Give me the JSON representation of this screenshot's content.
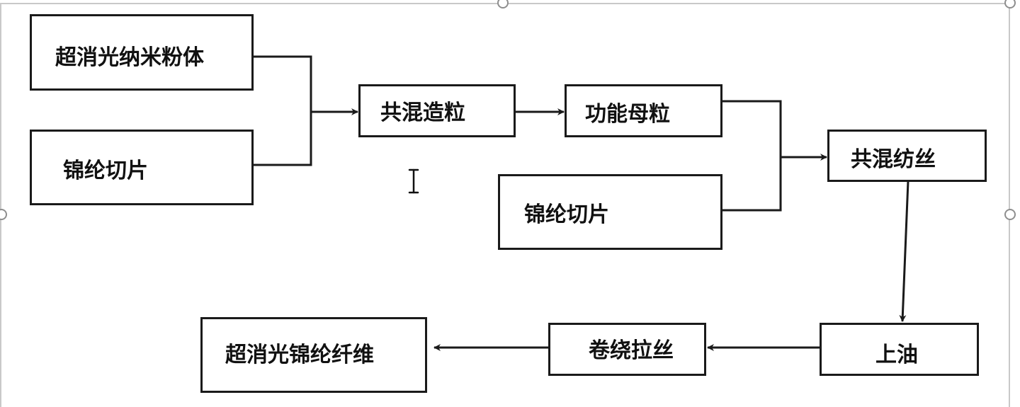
{
  "diagram": {
    "nodes": [
      {
        "id": "superdull-nanopowder",
        "label": "超消光纳米粉体"
      },
      {
        "id": "nylon-chips-1",
        "label": "锦纶切片"
      },
      {
        "id": "blend-granulation",
        "label": "共混造粒"
      },
      {
        "id": "functional-masterbatch",
        "label": "功能母粒"
      },
      {
        "id": "nylon-chips-2",
        "label": "锦纶切片"
      },
      {
        "id": "blend-spinning",
        "label": "共混纺丝"
      },
      {
        "id": "oiling",
        "label": "上油"
      },
      {
        "id": "winding-drawing",
        "label": "卷绕拉丝"
      },
      {
        "id": "superdull-nylon-fiber",
        "label": "超消光锦纶纤维"
      }
    ],
    "edges": [
      {
        "from": "superdull-nanopowder",
        "to": "blend-granulation"
      },
      {
        "from": "nylon-chips-1",
        "to": "blend-granulation"
      },
      {
        "from": "blend-granulation",
        "to": "functional-masterbatch"
      },
      {
        "from": "functional-masterbatch",
        "to": "blend-spinning"
      },
      {
        "from": "nylon-chips-2",
        "to": "blend-spinning"
      },
      {
        "from": "blend-spinning",
        "to": "oiling"
      },
      {
        "from": "oiling",
        "to": "winding-drawing"
      },
      {
        "from": "winding-drawing",
        "to": "superdull-nylon-fiber"
      }
    ]
  },
  "colors": {
    "line": "#1a1a1a",
    "selection_frame": "#c9c9c9",
    "handle": "#8e8e8e"
  },
  "icons": {
    "cursor": "text-cursor-ibeam-icon",
    "resize_handles": "circle-resize-handle-icon"
  }
}
